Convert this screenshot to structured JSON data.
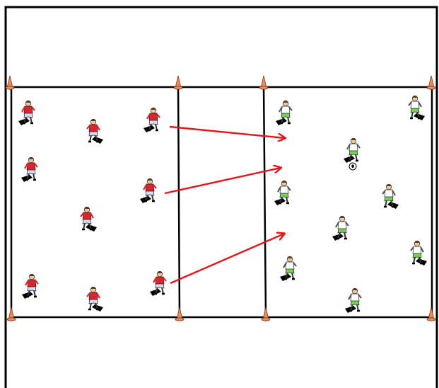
{
  "colors": {
    "background": "#ffffff",
    "frame": "#000000",
    "field_lines": "#000000",
    "arrows": "#e8141b",
    "cone": "#f08a5a",
    "red_team_shirt": "#d9262c",
    "red_team_shorts": "#dcd6ee",
    "white_team_shirt": "#ffffff",
    "white_team_shorts": "#6fd64a",
    "skin": "#f0c8a0",
    "shadow": "#000000"
  },
  "icons": {
    "cone": "cone-icon",
    "player_red": "player-red-icon",
    "player_white": "player-white-icon",
    "ball": "ball-icon"
  },
  "diagram": {
    "zones": [
      "left-zone",
      "middle-zone",
      "right-zone"
    ],
    "red_team": {
      "player_count": 9
    },
    "white_team": {
      "player_count": 9,
      "players_with_ball": 1
    },
    "arrows": {
      "count": 3,
      "direction": "left-to-right"
    },
    "cones": {
      "count": 8
    }
  }
}
